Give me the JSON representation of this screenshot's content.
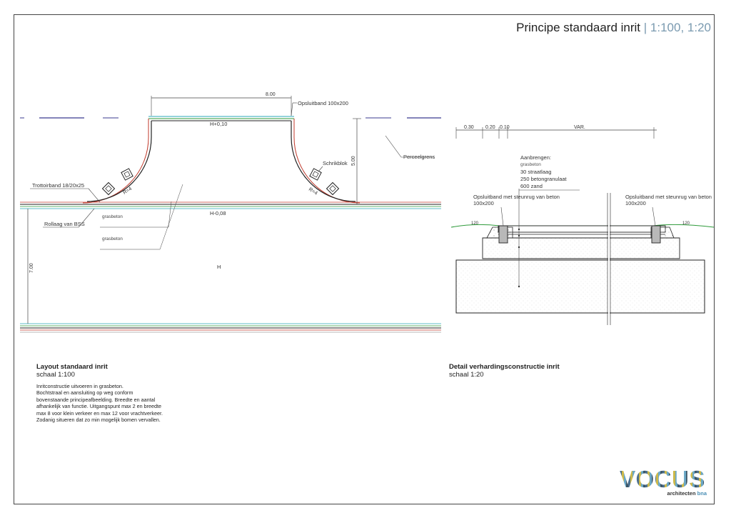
{
  "title": {
    "main": "Principe standaard inrit",
    "separator": "|",
    "scale": "1:100, 1:20"
  },
  "plan": {
    "dim_width": "8.00",
    "dim_depth": "5.00",
    "dim_total": "7.00",
    "label_opsluitband": "Opsluitband 100x200",
    "label_trottoirband": "Trottoirband 18/20x25",
    "label_rollaag": "Rollaag van BSS",
    "label_perceelgrens": "Perceelgrens",
    "label_schrikblok": "Schrikblok",
    "level_top": "H+0,10",
    "level_mid": "H-0,08",
    "level_road": "H",
    "radius_left": "R=4",
    "radius_right": "R=4",
    "grasbeton_1": "grasbeton",
    "grasbeton_2": "grasbeton"
  },
  "section": {
    "dims": [
      "0.30",
      "0.20",
      "0.10",
      "VAR."
    ],
    "aanbrengen_title": "Aanbrengen:",
    "aanbrengen_sub": "grasbeton",
    "layers": [
      "30 straatlaag",
      "250 betongranulaat",
      "600 zand"
    ],
    "opsluitband_left": "Opsluitband met steunrug van beton",
    "opsluitband_left_size": "100x200",
    "opsluitband_right": "Opsluitband met steunrug van beton",
    "opsluitband_right_size": "100x200",
    "level_left": "120",
    "level_right": "120"
  },
  "captions": {
    "layout_title": "Layout standaard inrit",
    "layout_scale": "schaal 1:100",
    "detail_title": "Detail verhardingsconstructie inrit",
    "detail_scale": "schaal 1:20"
  },
  "notes": [
    "Inritconstructie uitvoeren in grasbeton.",
    "Bochtstraal en aansluiting op weg conform",
    "bovenstaande principeafbeelding. Breedte en aantal",
    "afhankelijk van functie. Uitgangspunt max 2 en breedte",
    "max 8 voor klein verkeer en max 12 voor vrachtverkeer.",
    "Zodanig situeren dat zo min mogelijk bomen vervallen."
  ],
  "logo": {
    "word": "VOCUS",
    "sub": "architecten",
    "bna": "bna"
  },
  "colors": {
    "accent_blue": "#7a9ab0",
    "line_red": "#c0392b",
    "line_green": "#2e9a3a",
    "line_cyan": "#2aa7b8",
    "line_purple": "#3b3b8f"
  }
}
